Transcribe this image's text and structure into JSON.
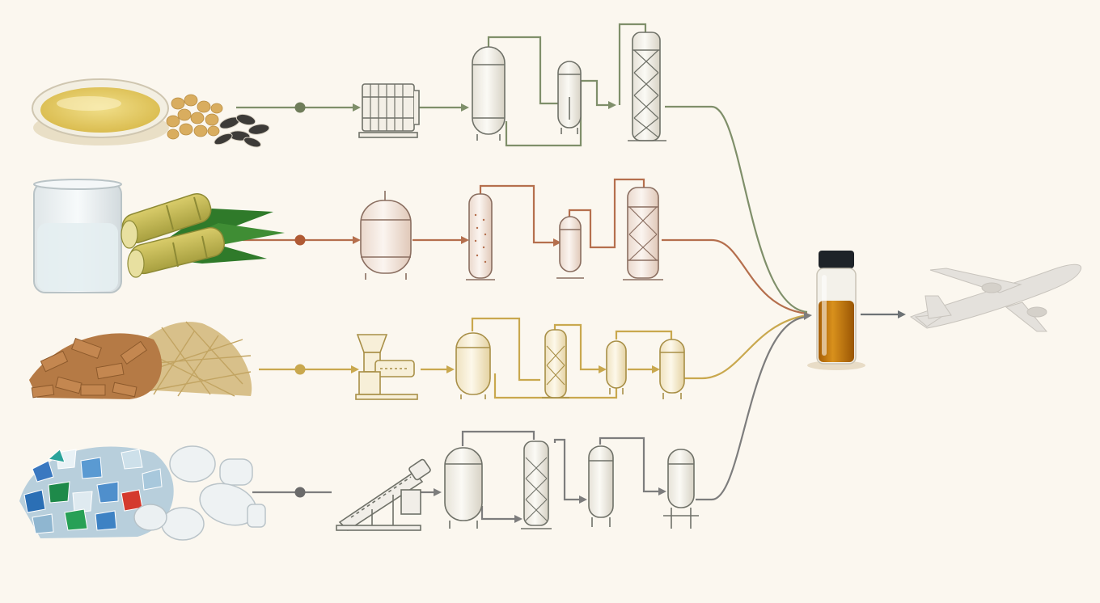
{
  "diagram": {
    "background": "#fbf7ef",
    "pathways": [
      {
        "id": "oil",
        "feedstock": "vegetable-oil-and-oilseeds-icon",
        "color": "#7f8f6a",
        "units": [
          "filter-press-icon",
          "reactor-vessel-icon",
          "separator-drum-icon",
          "distillation-column-icon"
        ]
      },
      {
        "id": "sugar",
        "feedstock": "water-and-sugarcane-icon",
        "color": "#b56f4d",
        "units": [
          "fermenter-tank-icon",
          "packed-column-icon",
          "flash-drum-icon",
          "distillation-column-icon"
        ]
      },
      {
        "id": "biomass",
        "feedstock": "wood-chips-and-straw-icon",
        "color": "#c9a84e",
        "units": [
          "feed-hopper-extruder-icon",
          "reactor-vessel-icon",
          "packed-column-icon",
          "separator-drum-icon",
          "product-drum-icon"
        ]
      },
      {
        "id": "plastic",
        "feedstock": "plastic-waste-icon",
        "color": "#7d7d7d",
        "units": [
          "screw-conveyor-icon",
          "reactor-vessel-icon",
          "packed-column-icon",
          "separator-drum-icon",
          "product-drum-icon"
        ]
      }
    ],
    "product": "jet-fuel-vial-icon",
    "destination": "airplane-icon",
    "colors": {
      "fuel": "#c07a12",
      "cap": "#1e2328",
      "equipment_fill": "#f3efe6",
      "outline": "#6f7168"
    }
  }
}
